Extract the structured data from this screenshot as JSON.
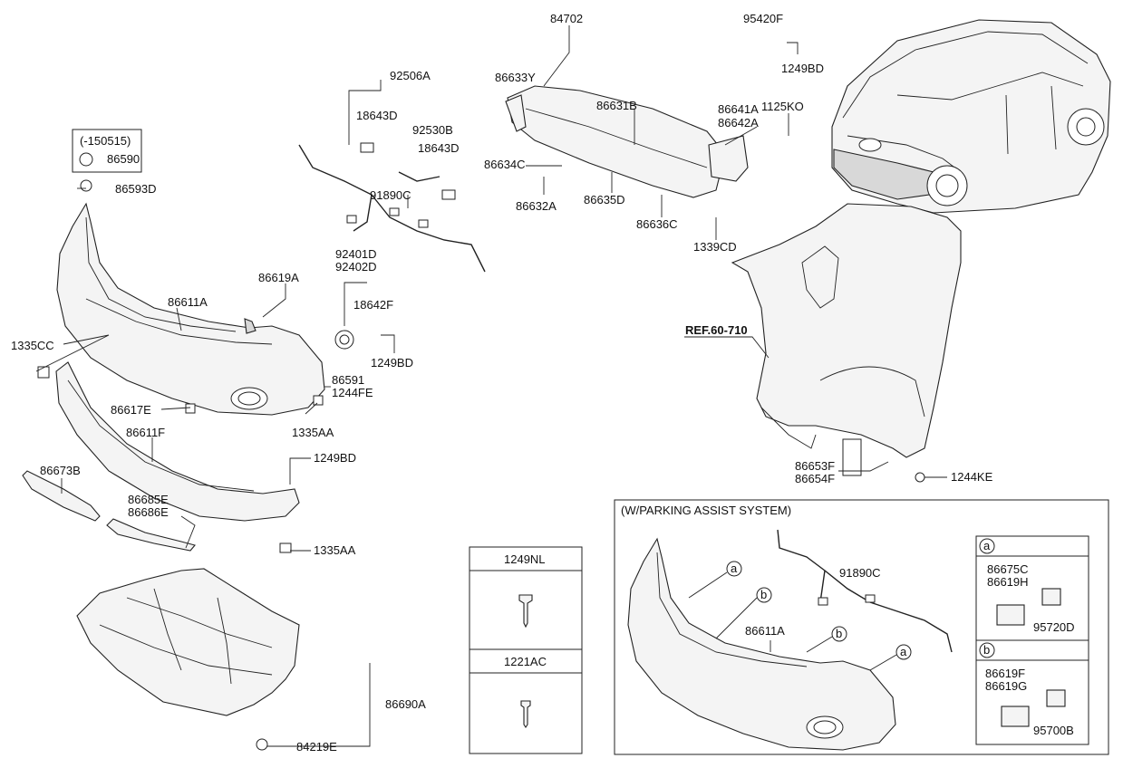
{
  "labels": {
    "l84702": "84702",
    "l95420F": "95420F",
    "l1249BD_top": "1249BD",
    "l86633Y": "86633Y",
    "l92506A": "92506A",
    "l86631B": "86631B",
    "l86641A": "86641A",
    "l86642A": "86642A",
    "l1125KO": "1125KO",
    "l18643D_a": "18643D",
    "l92530B": "92530B",
    "l18643D_b": "18643D",
    "l86634C": "86634C",
    "l86632A": "86632A",
    "l86635D": "86635D",
    "l86636C": "86636C",
    "l1339CD": "1339CD",
    "l150515": "(-150515)",
    "l86590": "86590",
    "l86593D": "86593D",
    "l91890C": "91890C",
    "l92401D": "92401D",
    "l92402D": "92402D",
    "l86619A": "86619A",
    "l18642F": "18642F",
    "l86611A": "86611A",
    "l1335CC": "1335CC",
    "l1249BD_mid": "1249BD",
    "l86591": "86591",
    "l1244FE": "1244FE",
    "l86617E": "86617E",
    "l1335AA_a": "1335AA",
    "l86611F": "86611F",
    "l1249BD_low": "1249BD",
    "l86673B": "86673B",
    "l86685E": "86685E",
    "l86686E": "86686E",
    "l1335AA_b": "1335AA",
    "lREF": "REF.60-710",
    "l86653F": "86653F",
    "l86654F": "86654F",
    "l1244KE": "1244KE",
    "l86690A": "86690A",
    "l84219E": "84219E"
  },
  "fastener_table": {
    "row1": "1249NL",
    "row2": "1221AC"
  },
  "parking_assist": {
    "title": "(W/PARKING ASSIST SYSTEM)",
    "l91890C": "91890C",
    "l86611A": "86611A",
    "callout_a": "a",
    "callout_b": "b",
    "legend_a": {
      "letter": "a",
      "l86675C": "86675C",
      "l86619H": "86619H",
      "l95720D": "95720D"
    },
    "legend_b": {
      "letter": "b",
      "l86619F": "86619F",
      "l86619G": "86619G",
      "l95700B": "95700B"
    }
  }
}
